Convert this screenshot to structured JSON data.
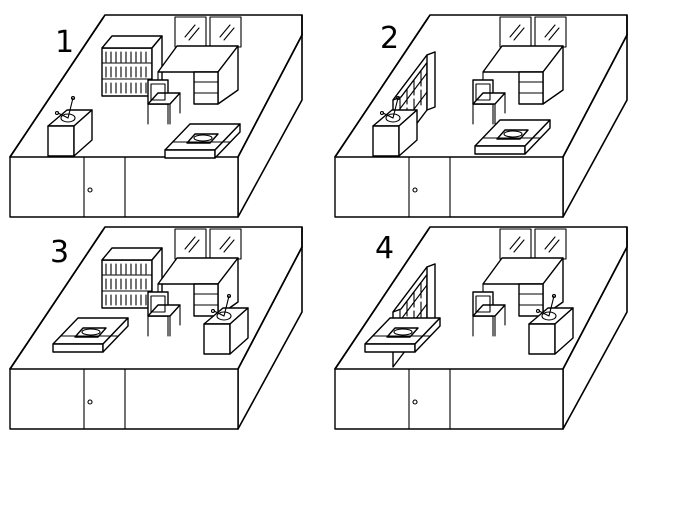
{
  "panels": [
    {
      "label": "1"
    },
    {
      "label": "2"
    },
    {
      "label": "3"
    },
    {
      "label": "4"
    }
  ],
  "colors": {
    "line": "#000000",
    "background": "#ffffff"
  }
}
